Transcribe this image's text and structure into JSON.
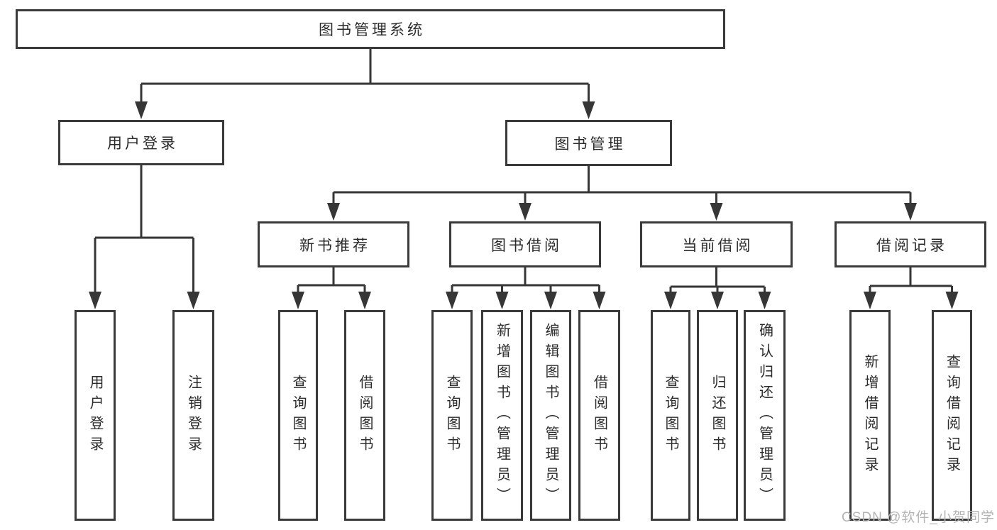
{
  "diagram": {
    "title": "图书管理系统",
    "watermark": "CSDN @软件_小贺同学",
    "colors": {
      "line": "#363636",
      "box_border": "#3a3a3a",
      "text": "#2b2b2b",
      "watermark": "#b4b4b4",
      "background": "#ffffff"
    },
    "nodes": {
      "root": {
        "label": "图书管理系统"
      },
      "user_login": {
        "label": "用户登录"
      },
      "book_mgmt": {
        "label": "图书管理"
      },
      "new_book_rec": {
        "label": "新书推荐"
      },
      "book_borrow": {
        "label": "图书借阅"
      },
      "current_borrow": {
        "label": "当前借阅"
      },
      "borrow_records": {
        "label": "借阅记录"
      },
      "leaf_user_login": {
        "label": "用户登录"
      },
      "leaf_logout": {
        "label": "注销登录"
      },
      "rec_query_books": {
        "label": "查询图书"
      },
      "rec_borrow_books": {
        "label": "借阅图书"
      },
      "bb_query_books": {
        "label": "查询图书"
      },
      "bb_add_books": {
        "label": "新增图书（管理员）"
      },
      "bb_edit_books": {
        "label": "编辑图书（管理员）"
      },
      "bb_borrow_books": {
        "label": "借阅图书"
      },
      "cb_query_books": {
        "label": "查询图书"
      },
      "cb_return_books": {
        "label": "归还图书"
      },
      "cb_confirm_return": {
        "label": "确认归还（管理员）"
      },
      "br_add_record": {
        "label": "新增借阅记录"
      },
      "br_query_record": {
        "label": "查询借阅记录"
      }
    },
    "edges": [
      {
        "from": "root",
        "children": [
          "user_login",
          "book_mgmt"
        ]
      },
      {
        "from": "user_login",
        "children": [
          "leaf_user_login",
          "leaf_logout"
        ]
      },
      {
        "from": "book_mgmt",
        "children": [
          "new_book_rec",
          "book_borrow",
          "current_borrow",
          "borrow_records"
        ]
      },
      {
        "from": "new_book_rec",
        "children": [
          "rec_query_books",
          "rec_borrow_books"
        ]
      },
      {
        "from": "book_borrow",
        "children": [
          "bb_query_books",
          "bb_add_books",
          "bb_edit_books",
          "bb_borrow_books"
        ]
      },
      {
        "from": "current_borrow",
        "children": [
          "cb_query_books",
          "cb_return_books",
          "cb_confirm_return"
        ]
      },
      {
        "from": "borrow_records",
        "children": [
          "br_add_record",
          "br_query_record"
        ]
      }
    ]
  }
}
